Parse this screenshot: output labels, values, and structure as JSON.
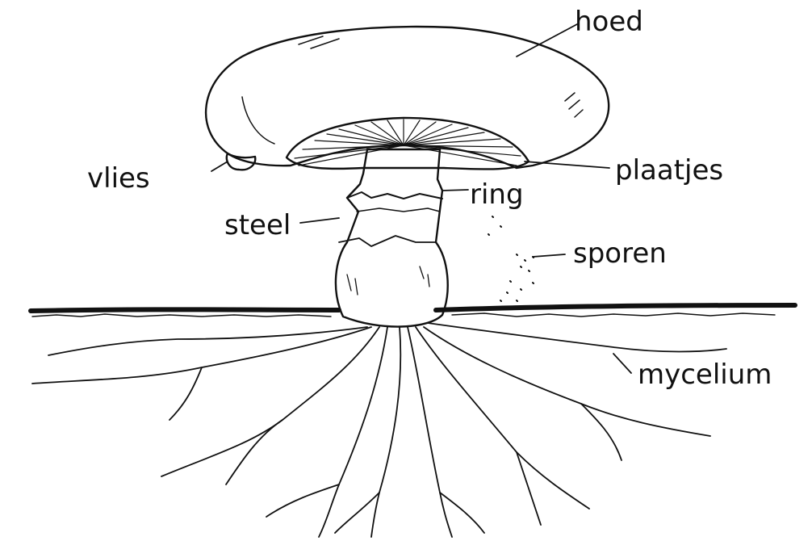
{
  "labels": {
    "hoed": "hoed",
    "vlies": "vlies",
    "plaatjes": "plaatjes",
    "ring": "ring",
    "steel": "steel",
    "sporen": "sporen",
    "mycelium": "mycelium"
  },
  "colors": {
    "ink": "#111111",
    "background": "#ffffff"
  }
}
